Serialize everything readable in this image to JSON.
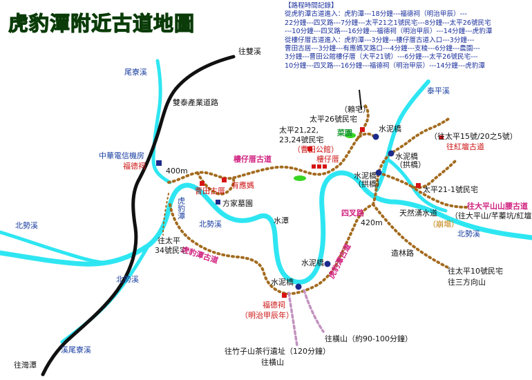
{
  "map": {
    "title": "虎豹潭附近古道地圖",
    "colors": {
      "stream": "#2ee6f2",
      "road": "#111111",
      "trail": "#a36b1f",
      "side_trail": "#c292bf",
      "house": "#d71414",
      "bridge": "#1c2a8c",
      "building": "#1c2a8c",
      "field": "#39d624",
      "title": "#2e7d16",
      "log_text": "#1a2f9c"
    },
    "log": {
      "heading": "【路程時間記錄】",
      "lines": [
        "從虎豹潭古道進入：虎豹潭---18分鐘---福德祠（明治甲辰）---",
        "22分鐘---四叉路---7分鐘---太平21之1號民宅---8分鐘---太平26號民宅",
        "---10分鐘---四叉路---16分鐘---福德祠（明治甲辰）---14分鐘---虎豹潭",
        "從樓仔厝古道進入：虎豹潭---3分鐘---樓仔厝古道入口---3分鐘---",
        "曹田古居---3分鐘---有應媽叉路口---4分鐘---支稜---6分鐘---農園---",
        "3分鐘---曹田公館樓仔厝（大平21號）---6分鐘---太平26號民宅---",
        "10分鐘---四叉路---16分鐘---福德祠（明治甲辰）---14分鐘---虎豹潭"
      ]
    },
    "labels": {
      "to_shuangxi": "往雙溪",
      "weiliaoxi": "尾寮溪",
      "shuangtai_road": "雙泰產業道路",
      "chunghwa_telecom": "中華電信機房",
      "fudeci_top": "福德祠",
      "m400_left": "400m",
      "loutzcuo_trail": "樓仔厝古道",
      "caotian_old": "曹田古厝",
      "youyingma": "有應媽",
      "fangjia_tomb": "方家墓園",
      "hubaotan_vertical": "虎豹潭",
      "beishixi_center": "北勢溪",
      "shuitan": "水潭",
      "to_taiping34_a": "往太平",
      "to_taiping34_b": "34號民宅",
      "beishixi_left": "北勢溪",
      "hubaotan_trail": "虎豹潭古道",
      "beishixi_lower": "北勢溪",
      "xiweiliaoxi": "溪尾寮溪",
      "to_wantan": "往灣潭",
      "cement_bridge_bottom": "水泥橋",
      "fudeci_bottom": "福德祠",
      "meiji": "（明治甲辰年）",
      "to_zhuzishan": "往竹子山茶行遺址（120分鐘）",
      "to_hengshan_left": "往橫山",
      "to_hengshan_right": "往橫山（約90-100分鐘）",
      "cement_bridge_mid": "水泥橋",
      "hubaotan_trail_right": "虎豹潭古道",
      "sicha": "四叉路",
      "m420": "420m",
      "zaolin_road": "造林路",
      "cuanxi_house": "（賴宅）",
      "taiping26": "太平26號民宅",
      "caiyuan": "菜園",
      "cement_bridge_top": "水泥橋",
      "taiping21_a": "太平21,22,",
      "taiping21_b": "23,24號民宅",
      "caotian_hall": "（曹田公館）",
      "loutzcuo": "樓仔厝",
      "taipingxi": "泰平溪",
      "cement_bridge_arch": "水泥橋",
      "arch": "（拱橋）",
      "cement_bridge_arch2": "水泥橋",
      "arch2": "（拱橋）",
      "to_taiping15": "（往太平15號/20之5號）",
      "to_honglei": "往紅壇古道",
      "taiping21_1": "太平21-1號民宅",
      "natural_waterway": "天然湧水道",
      "cuiliu": "（崩塌）",
      "to_taipingshan": "往大平山山腰古道",
      "to_taipingshan_sub": "（往大平山/芊蓁坑/紅壇）",
      "beishixi_right": "北勢溪",
      "to_taiping10": "往太平10號民宅",
      "to_sanfang": "往三方向山"
    }
  }
}
